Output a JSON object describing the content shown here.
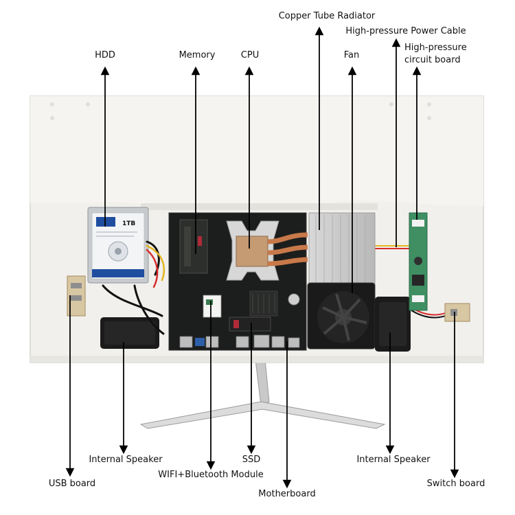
{
  "labels": {
    "copper_tube_radiator": "Copper Tube Radiator",
    "high_pressure_power_cable": "High-pressure Power Cable",
    "high_pressure_circuit_board_line1": "High-pressure",
    "high_pressure_circuit_board_line2": "circuit board",
    "hdd": "HDD",
    "memory": "Memory",
    "cpu": "CPU",
    "fan": "Fan",
    "internal_speaker_left": "Internal Speaker",
    "internal_speaker_right": "Internal Speaker",
    "usb_board": "USB board",
    "wifi_bluetooth_module": "WIFI+Bluetooth Module",
    "ssd": "SSD",
    "motherboard": "Motherboard",
    "switch_board": "Switch board"
  },
  "hdd_sticker": {
    "capacity": "1TB"
  },
  "colors": {
    "chassis": "#f1f0ec",
    "board": "#1c1e1d",
    "copper": "#c8794a",
    "heatsink": "#c9c9c9",
    "fan": "#1a1a1a",
    "pcb_green": "#3f8f63",
    "arrow": "#000000"
  }
}
